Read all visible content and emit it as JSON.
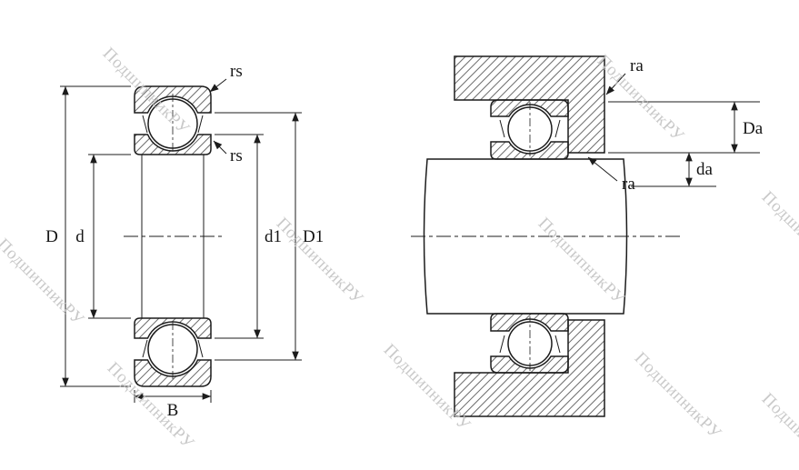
{
  "watermark": {
    "text": "ПодшипникРУ",
    "color": "#c5c5c5"
  },
  "colors": {
    "line": "#1c1c1c",
    "background": "#ffffff"
  },
  "left_view": {
    "labels": {
      "rs_outer": "rs",
      "rs_inner": "rs",
      "D": "D",
      "d": "d",
      "d1": "d1",
      "D1": "D1",
      "B": "B"
    }
  },
  "right_view": {
    "labels": {
      "ra_housing": "ra",
      "ra_shaft": "ra",
      "Da": "Da",
      "da": "da"
    }
  }
}
